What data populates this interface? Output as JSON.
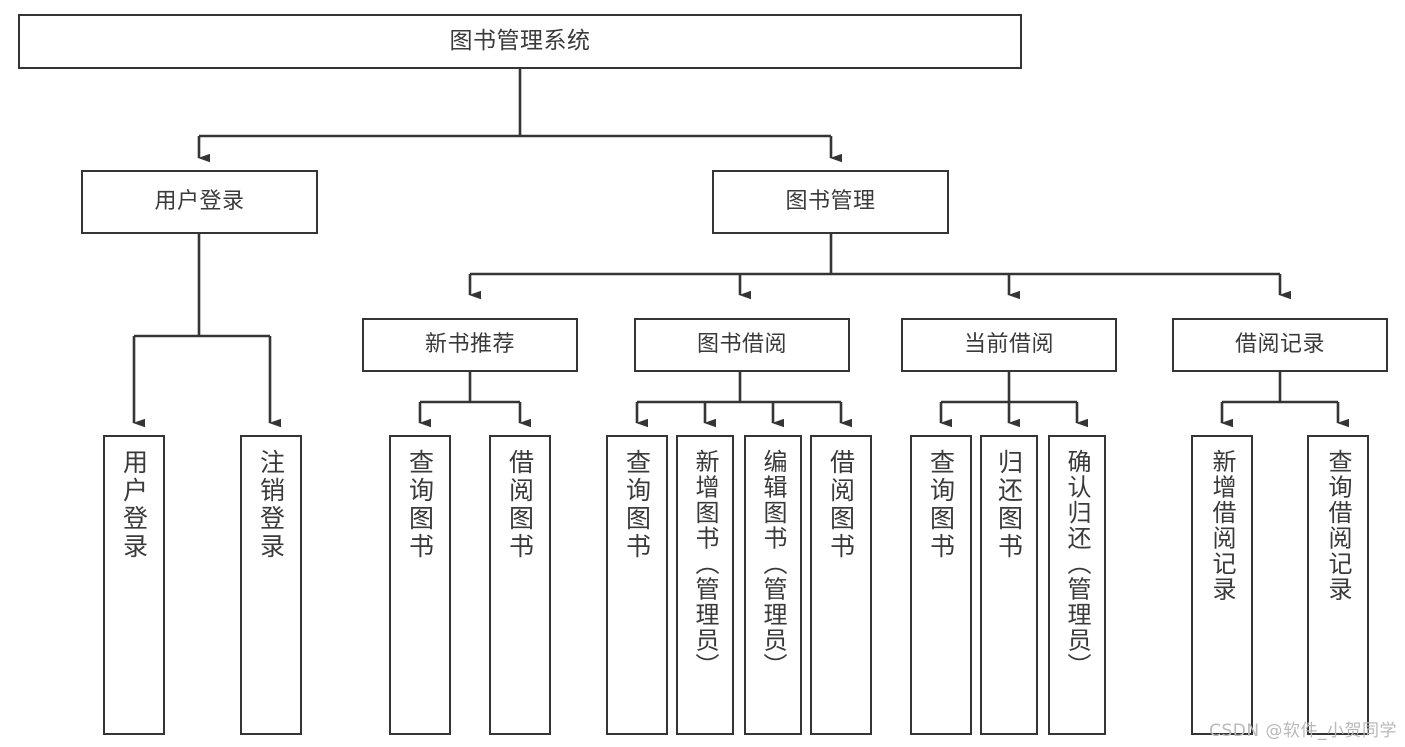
{
  "diagram": {
    "title": "图书管理系统",
    "type": "tree-hierarchy-diagram",
    "colors": {
      "stroke": "#353535",
      "text": "#3a3a3a",
      "background": "#ffffff",
      "watermark": "#b9b9b9"
    },
    "root": {
      "label": "图书管理系统"
    },
    "level2": [
      {
        "label": "用户登录"
      },
      {
        "label": "图书管理"
      }
    ],
    "level3": [
      {
        "label": "新书推荐"
      },
      {
        "label": "图书借阅"
      },
      {
        "label": "当前借阅"
      },
      {
        "label": "借阅记录"
      }
    ],
    "leaves": {
      "user_login": [
        {
          "label": "用户登录"
        },
        {
          "label": "注销登录"
        }
      ],
      "new_book_recommend": [
        {
          "label": "查询图书"
        },
        {
          "label": "借阅图书"
        }
      ],
      "book_borrow": [
        {
          "label": "查询图书"
        },
        {
          "label": "新增图书（管理员）"
        },
        {
          "label": "编辑图书（管理员）"
        },
        {
          "label": "借阅图书"
        }
      ],
      "current_borrow": [
        {
          "label": "查询图书"
        },
        {
          "label": "归还图书"
        },
        {
          "label": "确认归还（管理员）"
        }
      ],
      "borrow_record": [
        {
          "label": "新增借阅记录"
        },
        {
          "label": "查询借阅记录"
        }
      ]
    }
  },
  "watermark": {
    "text": "CSDN @软件_小贺同学"
  }
}
